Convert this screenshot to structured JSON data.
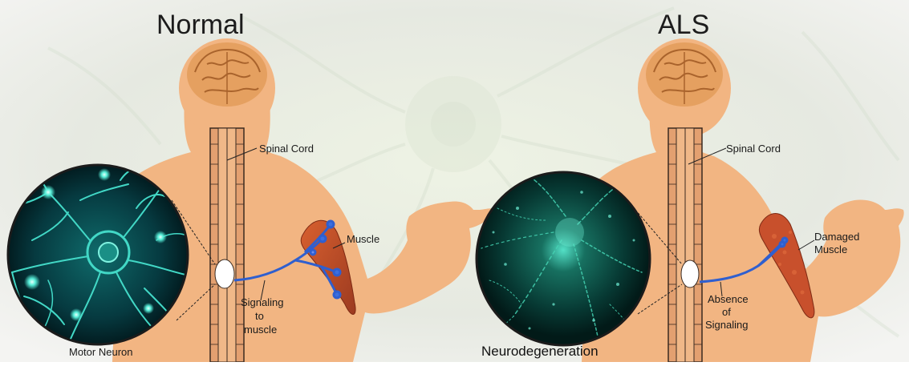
{
  "panels": {
    "normal": {
      "title": "Normal",
      "spinal_label": "Spinal Cord",
      "muscle_label": "Muscle",
      "signal_lines": [
        "Signaling",
        "to",
        "muscle"
      ],
      "neuron_label": "Motor Neuron"
    },
    "als": {
      "title": "ALS",
      "spinal_label": "Spinal Cord",
      "muscle_lines": [
        "Damaged",
        "Muscle"
      ],
      "signal_lines": [
        "Absence",
        "of",
        "Signaling"
      ],
      "neuron_label": "Neurodegeneration"
    }
  },
  "colors": {
    "skin": "#f2b582",
    "skin_dark": "#d9935e",
    "brain": "#e5a060",
    "nerve": "#2f5fcf",
    "muscle": "#c2522c",
    "neuron_glow": "#35e0c8",
    "neuron_bg": "#063a40",
    "background": "#ecefe6"
  }
}
